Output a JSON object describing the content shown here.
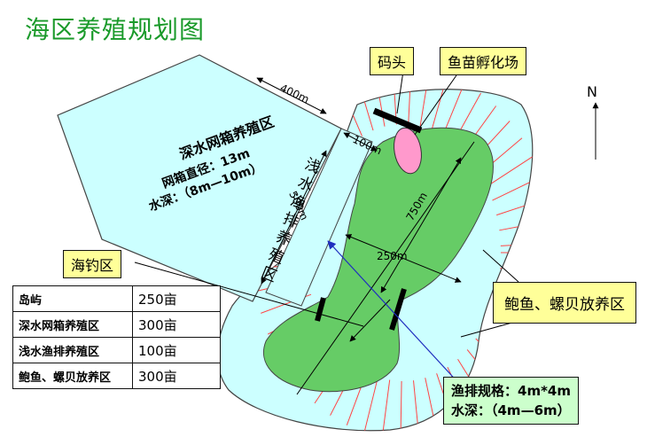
{
  "title": "海区养殖规划图",
  "north_label": "N",
  "callouts": {
    "pier": "码头",
    "hatchery": "鱼苗孵化场",
    "fishing": "海钓区",
    "abalone": "鲍鱼、螺贝放养区"
  },
  "zones": {
    "deep_cage": {
      "name": "深水网箱养殖区",
      "diameter": "网箱直径：13m",
      "depth": "水深：（8m—10m）"
    },
    "shallow_raft": "浅水渔排养殖区"
  },
  "dimensions": {
    "width_400": "400m",
    "width_100": "100m",
    "length_500": "500m",
    "length_750": "750m",
    "width_250": "250m"
  },
  "raft_note": {
    "spec": "渔排规格：4m*4m",
    "depth": "水深：（4m—6m）"
  },
  "legend": [
    {
      "name": "岛屿",
      "value": "250亩"
    },
    {
      "name": "深水网箱养殖区",
      "value": "300亩"
    },
    {
      "name": "浅水渔排养殖区",
      "value": "100亩"
    },
    {
      "name": "鲍鱼、螺贝放养区",
      "value": "300亩"
    }
  ],
  "colors": {
    "sea": "#ccffff",
    "island": "#66cc66",
    "hatchery": "#ff99cc",
    "callout": "#ffff99",
    "note": "#ccffcc",
    "title": "#1a9a2a"
  }
}
